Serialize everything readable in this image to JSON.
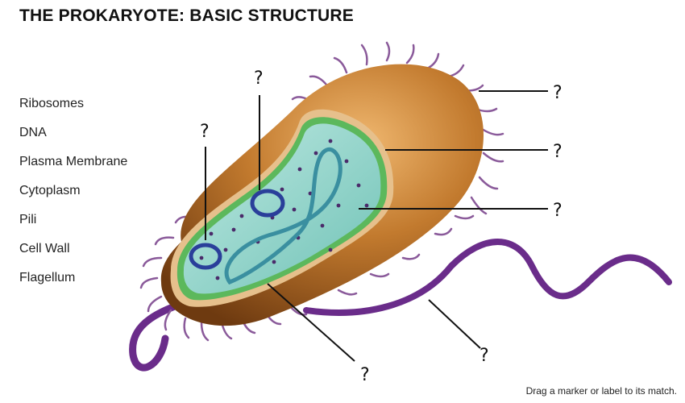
{
  "title": "THE PROKARYOTE: BASIC STRUCTURE",
  "labels": [
    "Ribosomes",
    "DNA",
    "Plasma Membrane",
    "Cytoplasm",
    "Pili",
    "Cell Wall",
    "Flagellum"
  ],
  "markers": [
    "?",
    "?",
    "?",
    "?",
    "?",
    "?",
    "?"
  ],
  "instruction": "Drag a marker or label to its match.",
  "colors": {
    "capsule": "#b5651d",
    "cell_wall": "#e0b882",
    "membrane": "#5cb85c",
    "cytoplasm": "#8fd3c8",
    "dna": "#3a8fa0",
    "plasmid": "#2a3f9a",
    "pili": "#8a5a9a",
    "flagellum": "#6a2c8a"
  }
}
